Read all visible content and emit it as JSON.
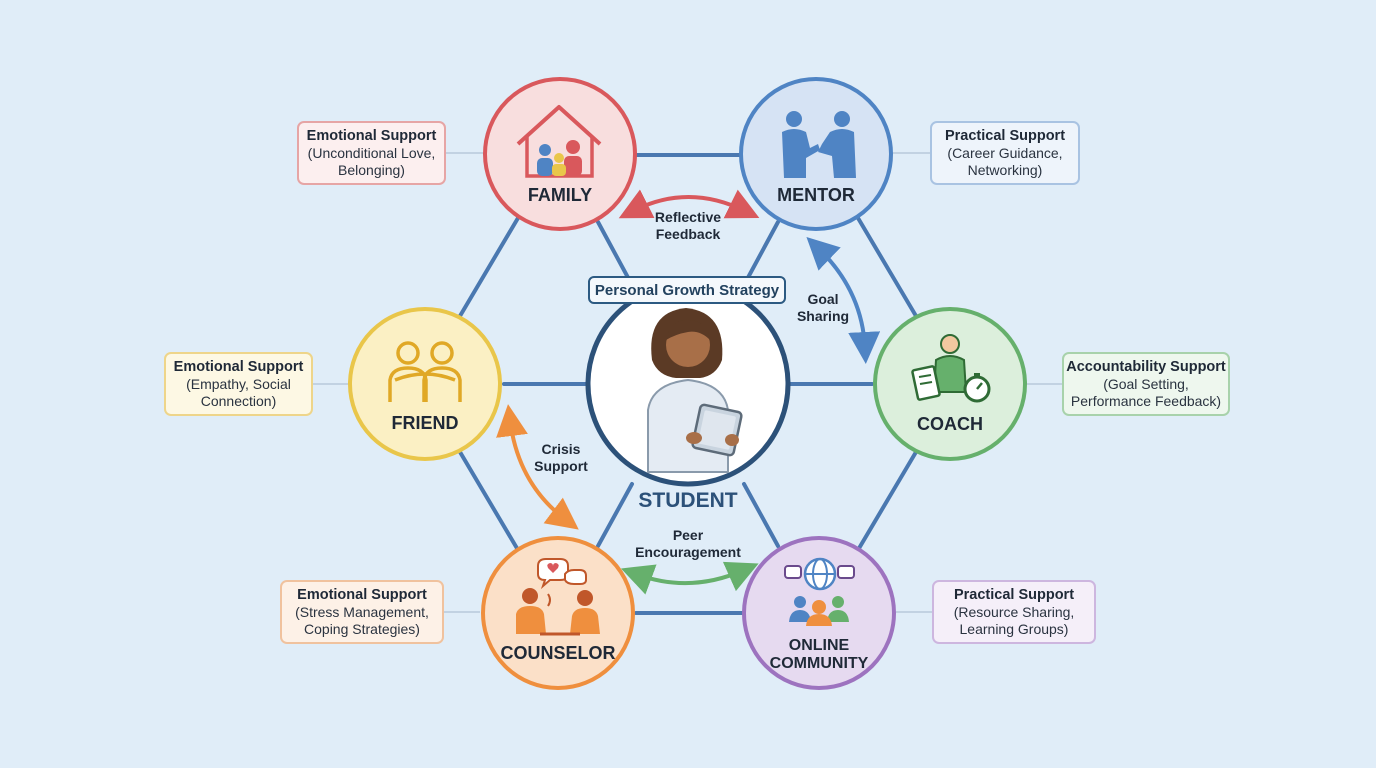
{
  "center": {
    "title": "Personal Growth Strategy",
    "label": "STUDENT"
  },
  "nodes": {
    "family": {
      "label": "FAMILY",
      "color": "#d9585c",
      "fill": "#f8dede",
      "icon": "house-family-icon"
    },
    "mentor": {
      "label": "MENTOR",
      "color": "#4f84c4",
      "fill": "#d6e3f4",
      "icon": "handshake-icon"
    },
    "friend": {
      "label": "FRIEND",
      "color": "#e9c64a",
      "fill": "#fbf0c4",
      "icon": "friends-hug-icon"
    },
    "coach": {
      "label": "COACH",
      "color": "#66b06c",
      "fill": "#dcefdc",
      "icon": "coach-clipboard-stopwatch-icon"
    },
    "counselor": {
      "label": "COUNSELOR",
      "color": "#ef8f3e",
      "fill": "#fbe0c8",
      "icon": "counseling-conversation-icon"
    },
    "community": {
      "label_line1": "ONLINE",
      "label_line2": "COMMUNITY",
      "color": "#9d73bf",
      "fill": "#e6daf0",
      "icon": "globe-chat-group-icon"
    }
  },
  "support_boxes": {
    "family": {
      "title": "Emotional Support",
      "line1": "(Unconditional Love,",
      "line2": "Belonging)",
      "border": "#e6a5a5",
      "bg": "#fcefef"
    },
    "mentor": {
      "title": "Practical Support",
      "line1": "(Career Guidance,",
      "line2": "Networking)",
      "border": "#a9c3e2",
      "bg": "#eef4fb"
    },
    "friend": {
      "title": "Emotional Support",
      "line1": "(Empathy, Social",
      "line2": "Connection)",
      "border": "#eed58a",
      "bg": "#fdf8e4"
    },
    "coach": {
      "title": "Accountability Support",
      "line1": "(Goal Setting,",
      "line2": "Performance Feedback)",
      "border": "#a8d2ab",
      "bg": "#eef7ee"
    },
    "counselor": {
      "title": "Emotional Support",
      "line1": "(Stress Management,",
      "line2": "Coping Strategies)",
      "border": "#f0c29e",
      "bg": "#fdf1e7"
    },
    "community": {
      "title": "Practical Support",
      "line1": "(Resource Sharing,",
      "line2": "Learning Groups)",
      "border": "#cdb6df",
      "bg": "#f5eff9"
    }
  },
  "arrows": {
    "reflective": {
      "line1": "Reflective",
      "line2": "Feedback",
      "color": "#d9585c"
    },
    "goal": {
      "line1": "Goal",
      "line2": "Sharing",
      "color": "#4f84c4"
    },
    "crisis": {
      "line1": "Crisis",
      "line2": "Support",
      "color": "#ef8f3e"
    },
    "peer": {
      "line1": "Peer",
      "line2": "Encouragement",
      "color": "#66b06c"
    }
  },
  "hex_line_color": "#4a78b0"
}
